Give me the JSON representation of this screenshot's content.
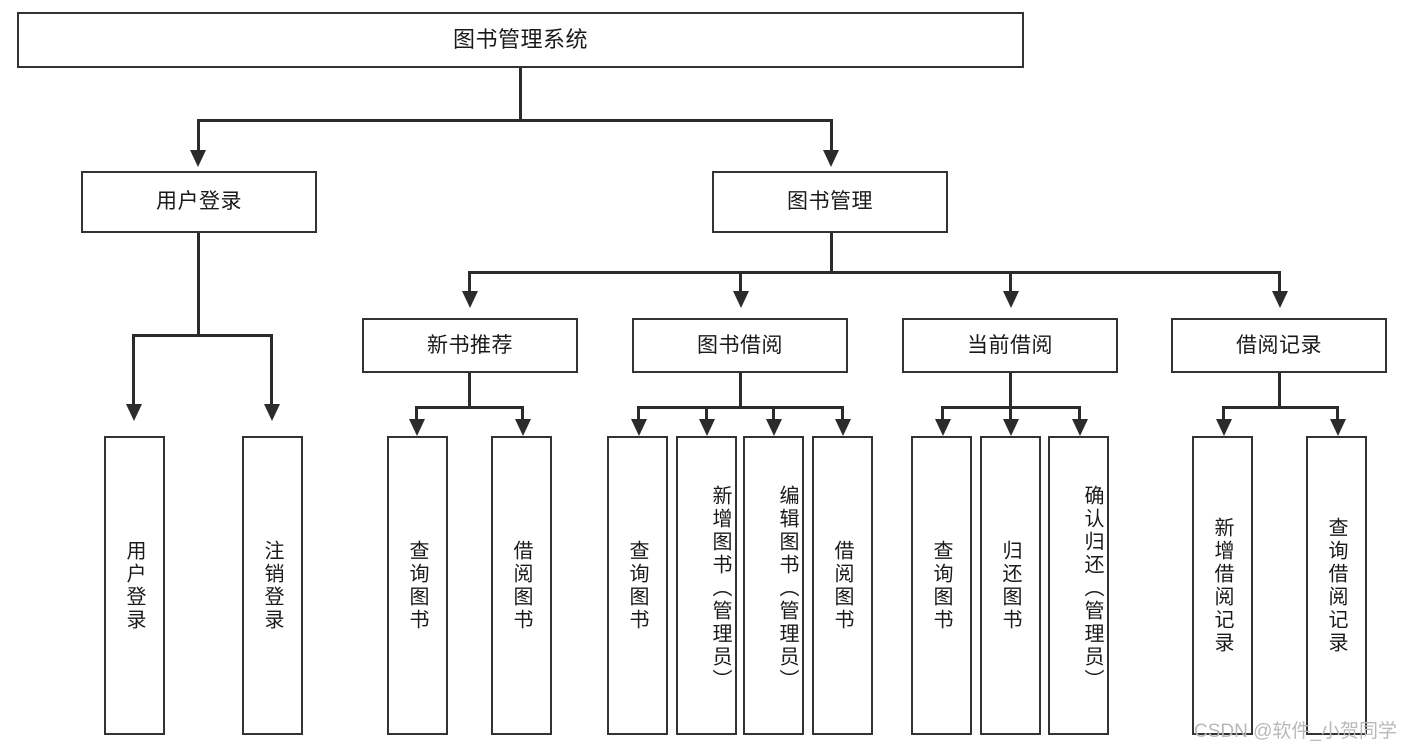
{
  "diagram": {
    "title": "图书管理系统",
    "watermark": "CSDN @软件_小贺同学",
    "line_color": "#2b2b2b",
    "box_border_color": "#333333",
    "background": "#ffffff",
    "root": {
      "label": "图书管理系统"
    },
    "level1": [
      {
        "label": "用户登录"
      },
      {
        "label": "图书管理"
      }
    ],
    "level2": [
      {
        "label": "新书推荐"
      },
      {
        "label": "图书借阅"
      },
      {
        "label": "当前借阅"
      },
      {
        "label": "借阅记录"
      }
    ],
    "leaves": {
      "user_login": [
        {
          "label": "用户登录"
        },
        {
          "label": "注销登录"
        }
      ],
      "new_book_recommend": [
        {
          "label": "查询图书"
        },
        {
          "label": "借阅图书"
        }
      ],
      "book_borrow": [
        {
          "label": "查询图书"
        },
        {
          "label": "新增图书（管理员）"
        },
        {
          "label": "编辑图书（管理员）"
        },
        {
          "label": "借阅图书"
        }
      ],
      "current_borrow": [
        {
          "label": "查询图书"
        },
        {
          "label": "归还图书"
        },
        {
          "label": "确认归还（管理员）"
        }
      ],
      "borrow_record": [
        {
          "label": "新增借阅记录"
        },
        {
          "label": "查询借阅记录"
        }
      ]
    }
  }
}
